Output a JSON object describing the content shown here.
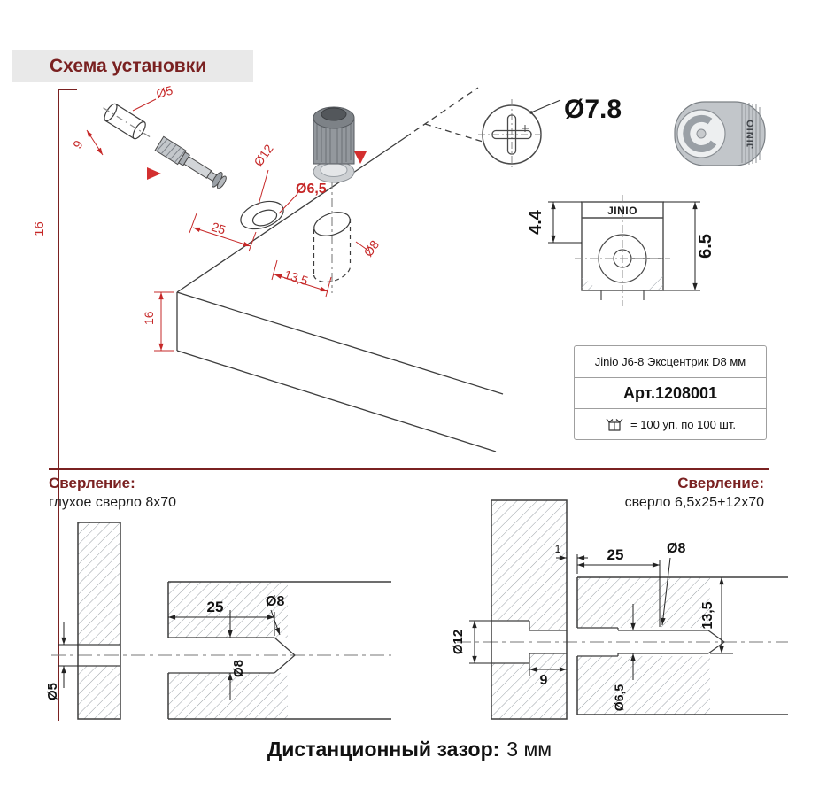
{
  "colors": {
    "brand_maroon": "#7a2121",
    "dimension_red": "#c62828",
    "drawing_line": "#3d3d3d"
  },
  "title": "Схема установки",
  "iso": {
    "dim_16_left": "16",
    "dim_d5": "Ø5",
    "dim_9": "9",
    "dim_d12": "Ø12",
    "dim_d65": "Ø6,5",
    "dim_25": "25",
    "dim_135": "13,5",
    "dim_16": "16",
    "dim_d8": "Ø8"
  },
  "views": {
    "top_diameter": "Ø7.8",
    "brand": "JINIO",
    "front_dim_left": "4.4",
    "front_dim_right": "6.5"
  },
  "info_box": {
    "product": "Jinio J6-8 Эксцентрик D8 мм",
    "article": "Арт.1208001",
    "packing": "= 100 уп. по 100 шт."
  },
  "drill_left": {
    "heading": "Сверление:",
    "subtitle": "глухое сверло 8x70",
    "dim_25": "25",
    "dim_d8_top": "Ø8",
    "dim_d5": "Ø5",
    "dim_d8_side": "Ø8"
  },
  "drill_right": {
    "heading": "Сверление:",
    "subtitle": "сверло 6,5x25+12x70",
    "dim_1": "1",
    "dim_25": "25",
    "dim_d8": "Ø8",
    "dim_d12": "Ø12",
    "dim_9": "9",
    "dim_d65": "Ø6,5",
    "dim_135": "13,5"
  },
  "footer": {
    "label": "Дистанционный зазор:",
    "value": "3 мм"
  }
}
